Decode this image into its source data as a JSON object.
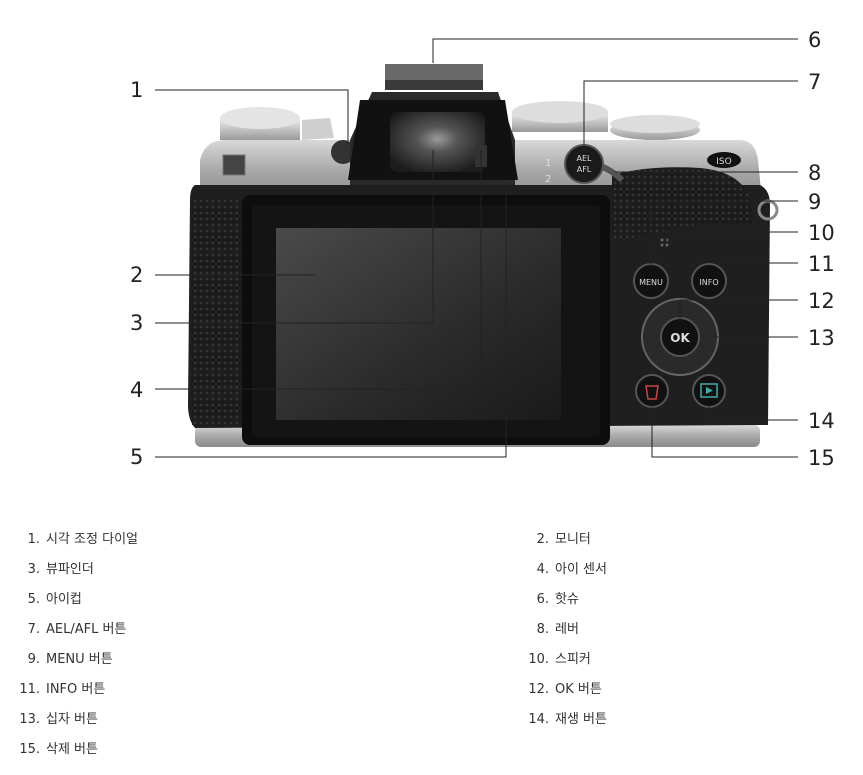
{
  "callouts": [
    "1",
    "2",
    "3",
    "4",
    "5",
    "6",
    "7",
    "8",
    "9",
    "10",
    "11",
    "12",
    "13",
    "14",
    "15"
  ],
  "camera_labels": {
    "aelafl": [
      "AEL",
      "AFL"
    ],
    "menu": "MENU",
    "info": "INFO",
    "ok": "OK",
    "iso": "ISO",
    "lever_positions": [
      "1",
      "2"
    ]
  },
  "legend": [
    {
      "num": "1.",
      "text": "시각 조정 다이얼"
    },
    {
      "num": "2.",
      "text": "모니터"
    },
    {
      "num": "3.",
      "text": "뷰파인더"
    },
    {
      "num": "4.",
      "text": "아이 센서"
    },
    {
      "num": "5.",
      "text": "아이컵"
    },
    {
      "num": "6.",
      "text": "핫슈"
    },
    {
      "num": "7.",
      "text": "AEL/AFL 버튼"
    },
    {
      "num": "8.",
      "text": "레버"
    },
    {
      "num": "9.",
      "text": "MENU 버튼"
    },
    {
      "num": "10.",
      "text": "스피커"
    },
    {
      "num": "11.",
      "text": "INFO 버튼"
    },
    {
      "num": "12.",
      "text": "OK 버튼"
    },
    {
      "num": "13.",
      "text": "십자 버튼"
    },
    {
      "num": "14.",
      "text": "재생 버튼"
    },
    {
      "num": "15.",
      "text": "삭제 버튼"
    }
  ]
}
